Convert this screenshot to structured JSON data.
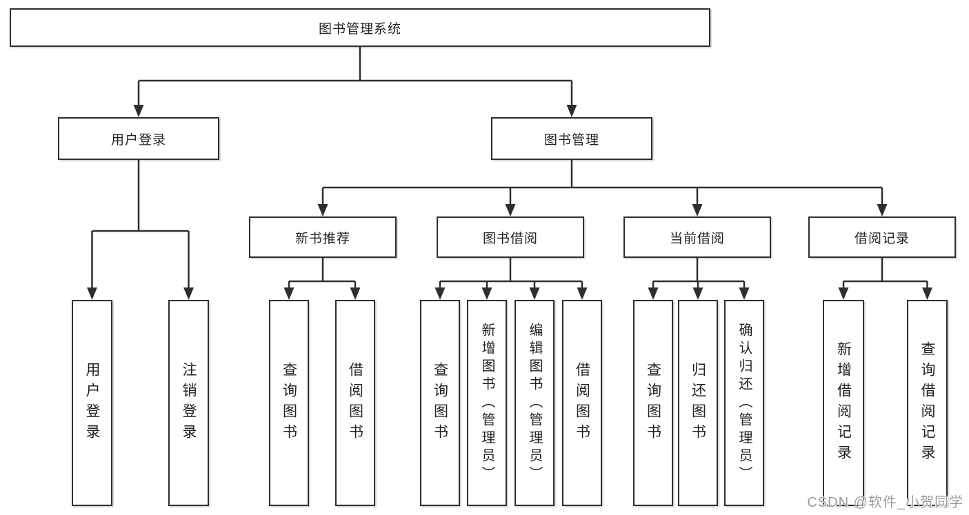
{
  "diagram": {
    "root": {
      "label": "图书管理系统"
    },
    "level2": [
      {
        "label": "用户登录"
      },
      {
        "label": "图书管理"
      }
    ],
    "level3": [
      {
        "label": "新书推荐"
      },
      {
        "label": "图书借阅"
      },
      {
        "label": "当前借阅"
      },
      {
        "label": "借阅记录"
      }
    ],
    "leaves": [
      {
        "label": "用户登录"
      },
      {
        "label": "注销登录"
      },
      {
        "label": "查询图书"
      },
      {
        "label": "借阅图书"
      },
      {
        "label": "查询图书"
      },
      {
        "label": "新增图书（管理员）"
      },
      {
        "label": "编辑图书（管理员）"
      },
      {
        "label": "借阅图书"
      },
      {
        "label": "查询图书"
      },
      {
        "label": "归还图书"
      },
      {
        "label": "确认归还（管理员）"
      },
      {
        "label": "新增借阅记录"
      },
      {
        "label": "查询借阅记录"
      }
    ]
  },
  "watermark": {
    "text": "CSDN @软件_小贺同学"
  },
  "colors": {
    "line": "#2e2e2e",
    "box_border": "#2e2e2e",
    "box_fill": "#ffffff",
    "background": "#ffffff",
    "text": "#222222",
    "watermark": "#9c9c9c"
  }
}
